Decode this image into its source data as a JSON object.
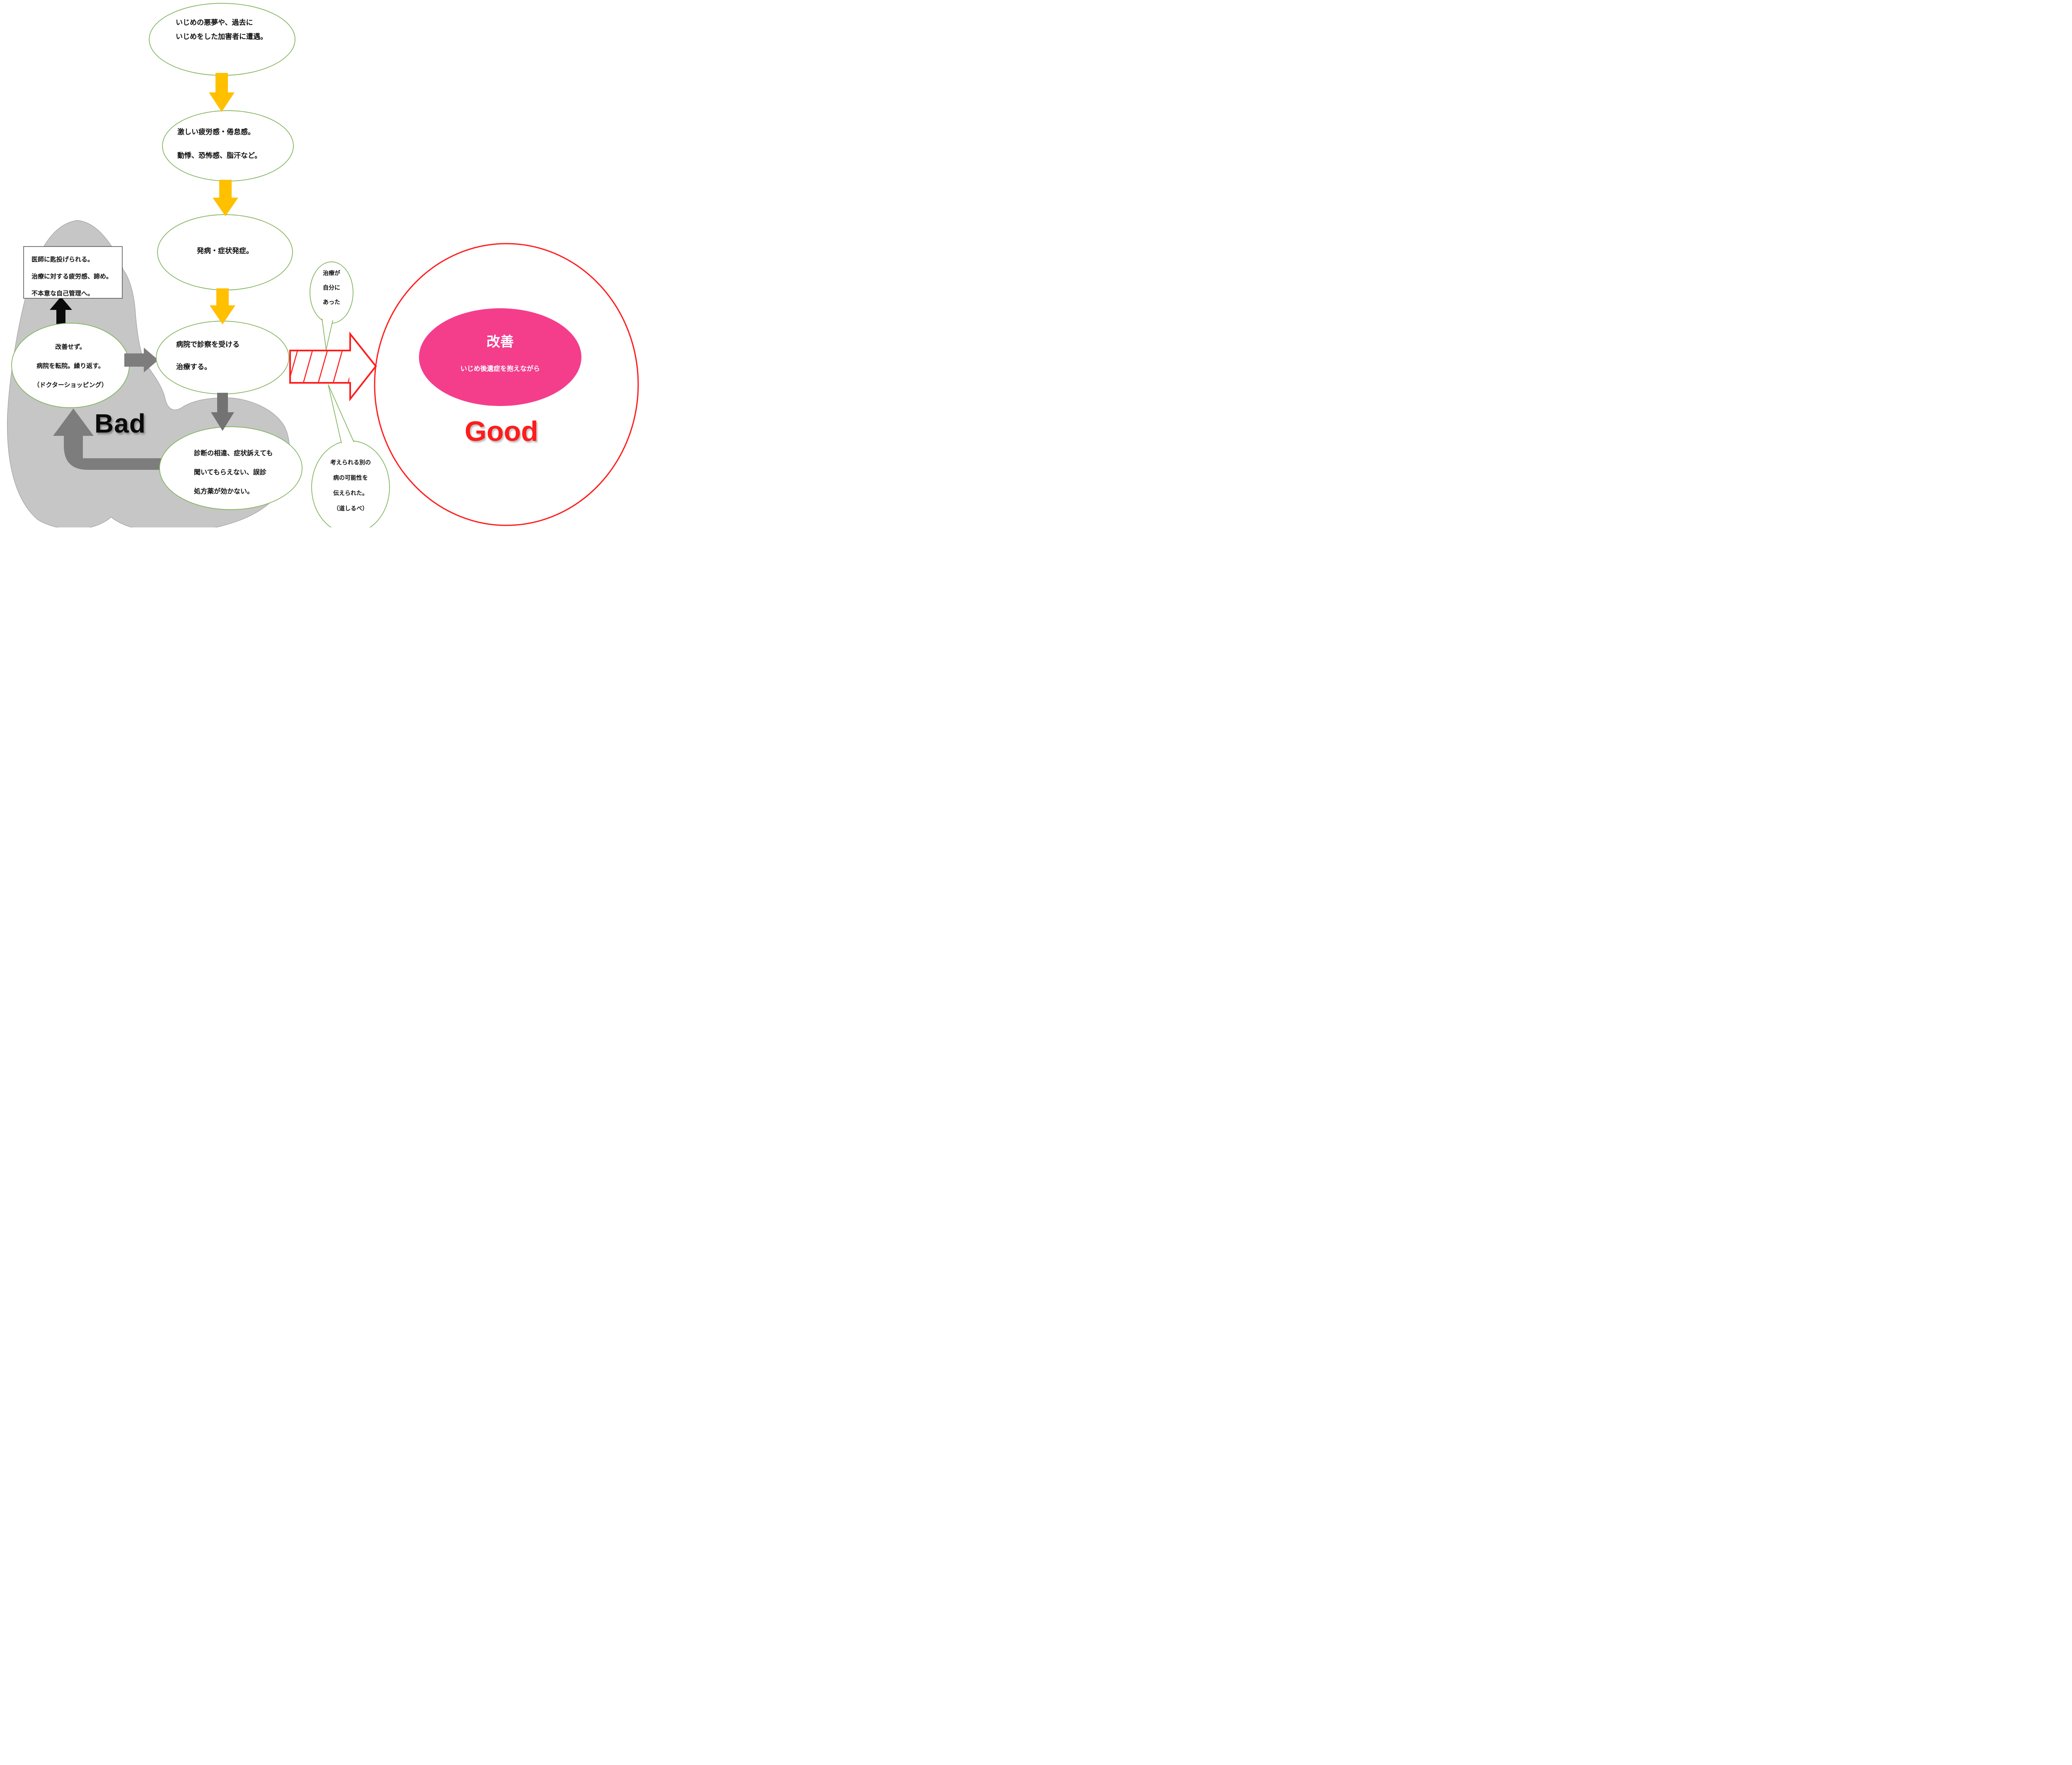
{
  "flow": {
    "node_trigger": "いじめの悪夢や、過去に\nいじめをした加害者に遭遇。",
    "node_symptoms": "激しい疲労感・倦怠感。\n動悸、恐怖感、脂汗など。",
    "node_onset": "発病・症状発症。",
    "node_hospital": "病院で診察を受ける\n治療する。",
    "node_misdiagnosis": "診断の相違、症状訴えても\n聞いてもらえない、誤診\n処方薬が効かない。",
    "node_no_improvement": "改善せず。\n病院を転院。繰り返す。\n（ドクターショッピング）",
    "note_box": "医師に匙投げられる。\n治療に対する疲労感、諦め。\n不本意な自己管理へ。",
    "callout_treatment_fit": "治療が\n自分に\nあった",
    "callout_guidepost": "考えられる別の\n病の可能性を\n伝えられた。\n（道しるべ）",
    "improvement_title": "改善",
    "improvement_sub": "いじめ後遺症を抱えながら",
    "bad_label": "Bad",
    "good_label": "Good"
  },
  "colors": {
    "accent_green": "#7FB25A",
    "orange": "#FFC000",
    "gray_light": "#C6C6C6",
    "gray_edge": "#A0A0A0",
    "gray_mid": "#7D7D7D",
    "gray_dark": "#737373",
    "black": "#0A0A0A",
    "red": "#FF1C1C",
    "pink": "#F43E8C",
    "text": "#111111"
  }
}
